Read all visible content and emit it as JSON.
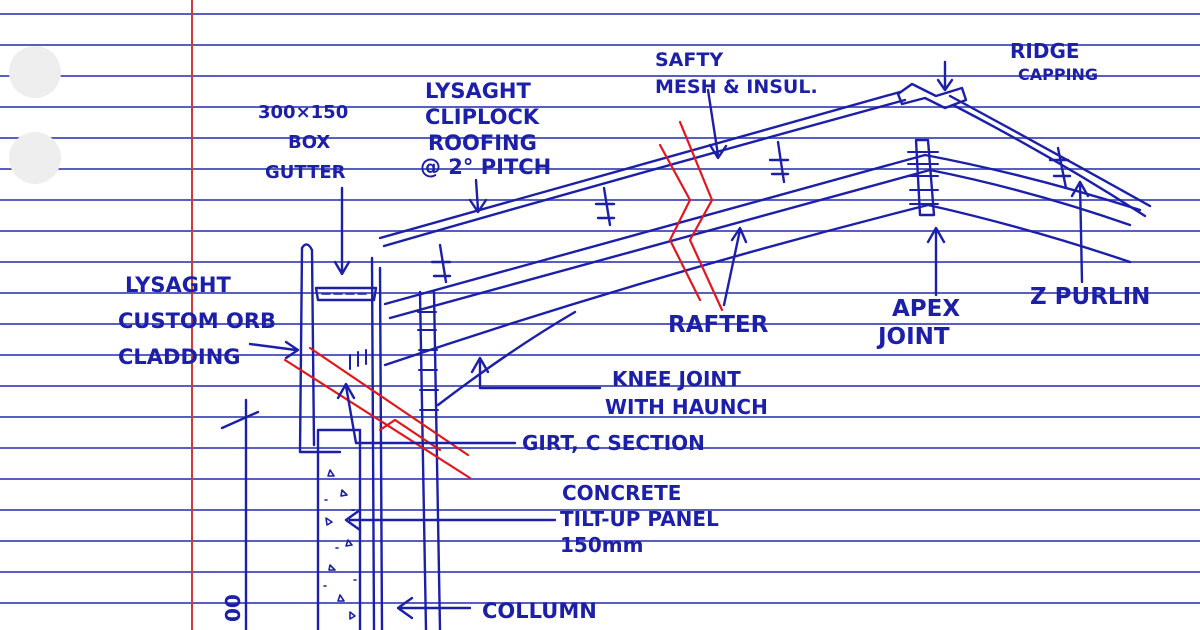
{
  "colors": {
    "paper": "#ffffff",
    "rule_line": "#3d44b8",
    "margin_line": "#d23a3a",
    "ink": "#1c1fa8",
    "red_ink": "#e0181d",
    "punch_hole": "#eeeeee"
  },
  "labels": {
    "ridge_capping": [
      "RIDGE",
      "CAPPING"
    ],
    "safety_mesh": [
      "SAFTY",
      "MESH & INSUL."
    ],
    "cliplock": [
      "LYSAGHT",
      "CLIPLOCK",
      "ROOFING",
      "@ 2° PITCH"
    ],
    "box_gutter": [
      "300×150",
      "BOX",
      "GUTTER"
    ],
    "cladding": [
      "LYSAGHT",
      "CUSTOM ORB",
      "CLADDING"
    ],
    "rafter": "RAFTER",
    "apex_joint": [
      "APEX",
      "JOINT"
    ],
    "z_purlin": "Z PURLIN",
    "knee_joint": [
      "KNEE JOINT",
      "WITH HAUNCH"
    ],
    "girt": "GIRT, C SECTION",
    "concrete_panel": [
      "CONCRETE",
      "TILT-UP PANEL",
      "150mm"
    ],
    "column": "COLLUMN",
    "edge_mark": "00"
  }
}
